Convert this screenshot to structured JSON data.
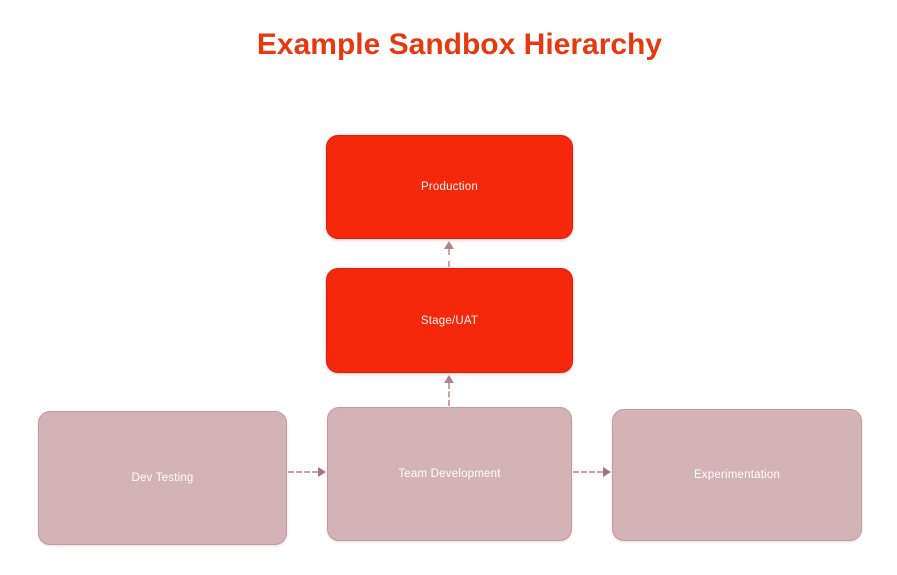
{
  "title": {
    "text": "Example Sandbox Hierarchy",
    "color": "#e6390f"
  },
  "diagram": {
    "nodes": [
      {
        "id": "production",
        "label": "Production",
        "fill": "#f5280c",
        "text_color": "#ffffff",
        "tier": "top"
      },
      {
        "id": "stage_uat",
        "label": "Stage/UAT",
        "fill": "#f5280c",
        "text_color": "#ffffff",
        "tier": "middle"
      },
      {
        "id": "dev_testing",
        "label": "Dev Testing",
        "fill": "#d4b3b6",
        "text_color": "#ffffff",
        "tier": "bottom"
      },
      {
        "id": "team_development",
        "label": "Team Development",
        "fill": "#d4b3b6",
        "text_color": "#ffffff",
        "tier": "bottom"
      },
      {
        "id": "experimentation",
        "label": "Experimentation",
        "fill": "#d4b3b6",
        "text_color": "#ffffff",
        "tier": "bottom"
      }
    ],
    "edges": [
      {
        "from": "stage_uat",
        "to": "production",
        "style": "dashed",
        "direction": "up"
      },
      {
        "from": "team_development",
        "to": "stage_uat",
        "style": "dashed",
        "direction": "up"
      },
      {
        "from": "dev_testing",
        "to": "team_development",
        "style": "dashed",
        "direction": "right"
      },
      {
        "from": "team_development",
        "to": "experimentation",
        "style": "dashed",
        "direction": "right"
      }
    ],
    "arrow_color": "#c8a4a8",
    "arrowhead_color": "#a9727b",
    "background": "#ffffff"
  }
}
